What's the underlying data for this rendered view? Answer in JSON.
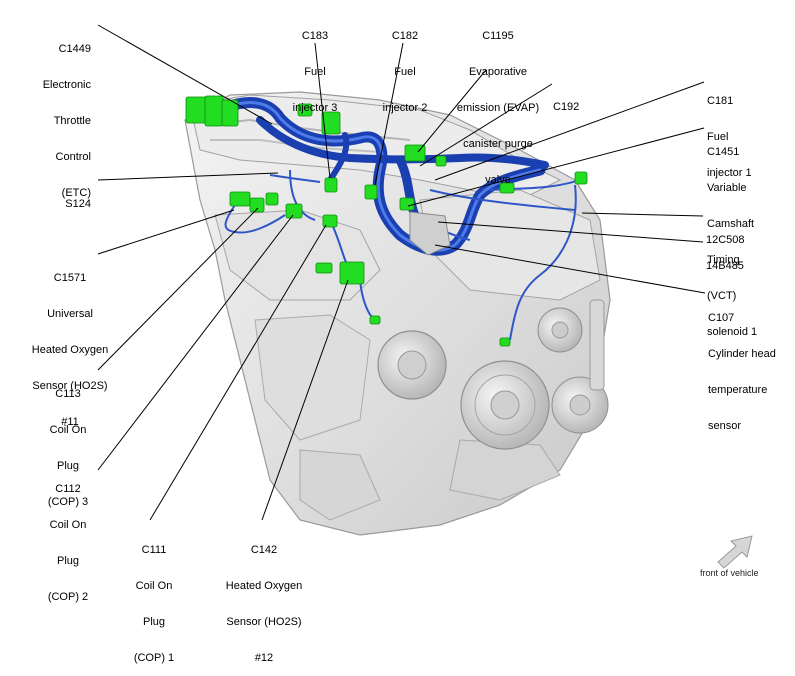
{
  "callouts": {
    "c1449": [
      "C1449",
      "Electronic",
      "Throttle",
      "Control",
      "(ETC)"
    ],
    "c183": [
      "C183",
      "Fuel",
      "injector 3"
    ],
    "c182": [
      "C182",
      "Fuel",
      "injector 2"
    ],
    "c1195": [
      "C1195",
      "Evaporative",
      "emission (EVAP)",
      "canister purge",
      "valve"
    ],
    "c192": [
      "C192"
    ],
    "c181": [
      "C181",
      "Fuel",
      "injector 1"
    ],
    "c1451": [
      "C1451",
      "Variable",
      "Camshaft",
      "Timing",
      "(VCT)",
      "solenoid 1"
    ],
    "s124": [
      "S124"
    ],
    "c12c508": [
      "12C508"
    ],
    "c14b485": [
      "14B485"
    ],
    "c1571": [
      "C1571",
      "Universal",
      "Heated Oxygen",
      "Sensor (HO2S)",
      "#11"
    ],
    "c107": [
      "C107",
      "Cylinder head",
      "temperature",
      "sensor"
    ],
    "c113": [
      "C113",
      "Coil On",
      "Plug",
      "(COP) 3"
    ],
    "c112": [
      "C112",
      "Coil On",
      "Plug",
      "(COP) 2"
    ],
    "c111": [
      "C111",
      "Coil On",
      "Plug",
      "(COP) 1"
    ],
    "c142": [
      "C142",
      "Heated Oxygen",
      "Sensor (HO2S)",
      "#12"
    ]
  },
  "orientation": {
    "label": "front of vehicle",
    "arrow_icon": "front-arrow-icon"
  },
  "colors": {
    "harness": "#1a3fb0",
    "connector": "#22dd22",
    "engine": "#e2e2e2",
    "leader": "#000000"
  }
}
